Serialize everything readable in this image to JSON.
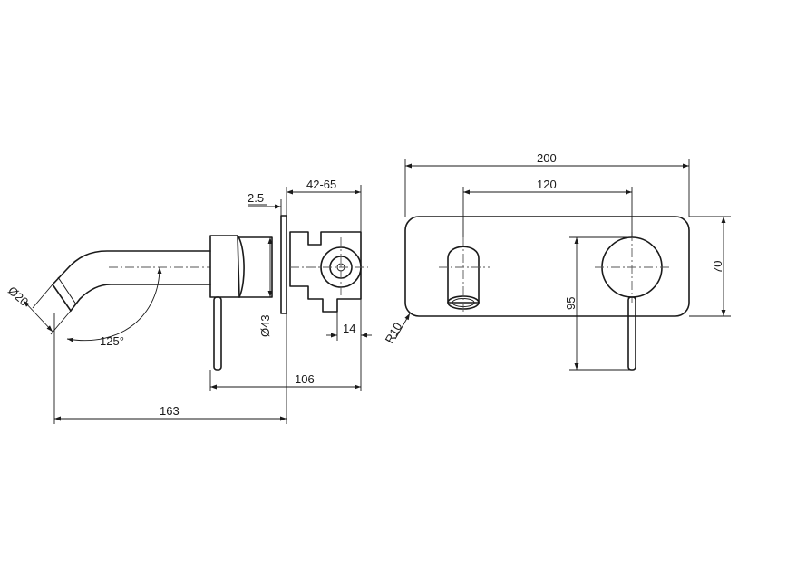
{
  "dimensions": {
    "spout_diameter": "Ø20",
    "spout_angle": "125°",
    "flange_thickness": "2.5",
    "wall_depth": "42-65",
    "flange_diameter": "Ø43",
    "body_offset": "14",
    "body_to_spout_base": "106",
    "total_projection": "163",
    "plate_width": "200",
    "outlet_spacing": "120",
    "plate_height": "70",
    "lever_drop": "95",
    "corner_radius": "R10"
  }
}
